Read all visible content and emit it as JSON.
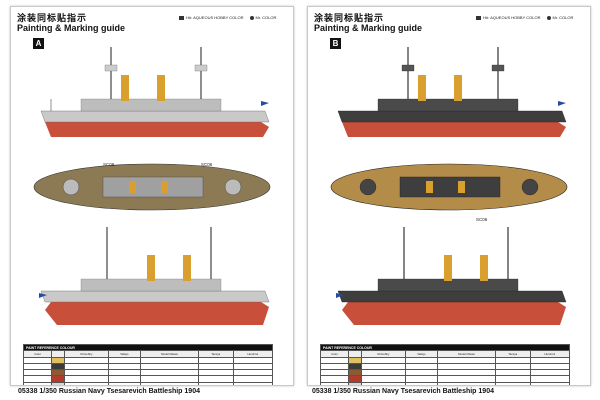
{
  "sheets": [
    {
      "id": "A",
      "cn_title": "涂装同标贴指示",
      "en_title": "Painting & Marking guide",
      "legend_h": "H#: AQUEOUS HOBBY COLOR",
      "legend_m": "Mr. COLOR",
      "hull_colors": {
        "upper": "#c9c9c9",
        "lower": "#c8503a",
        "deck": "#8c7a55",
        "funnel": "#d9a030"
      },
      "callouts": [
        "SC06",
        "SC06"
      ],
      "footer": "05338 1/350 Russian Navy Tsesarevich Battleship 1904"
    },
    {
      "id": "B",
      "cn_title": "涂装同标贴指示",
      "en_title": "Painting & Marking guide",
      "legend_h": "H#: AQUEOUS HOBBY COLOR",
      "legend_m": "Mr. COLOR",
      "hull_colors": {
        "upper": "#3e3e3e",
        "lower": "#c8503a",
        "deck": "#b38c4a",
        "funnel": "#d9a030"
      },
      "callouts": [
        "SC06"
      ],
      "footer": "05338 1/350 Russian Navy Tsesarevich Battleship 1904"
    }
  ],
  "paint_table": {
    "header": "PAINT REFERENCE COLOUR",
    "columns": [
      "Color",
      "Mr.Hobby",
      "Vallejo",
      "Model Master",
      "Tamiya",
      "Humbrol"
    ],
    "rows": [
      {
        "swatch": "#e0c060"
      },
      {
        "swatch": "#3b3b3b"
      },
      {
        "swatch": "#8a5a32"
      },
      {
        "swatch": "#b33a2c"
      },
      {
        "swatch": "#d8d8d8"
      },
      {
        "swatch": "#ffffff"
      }
    ]
  }
}
